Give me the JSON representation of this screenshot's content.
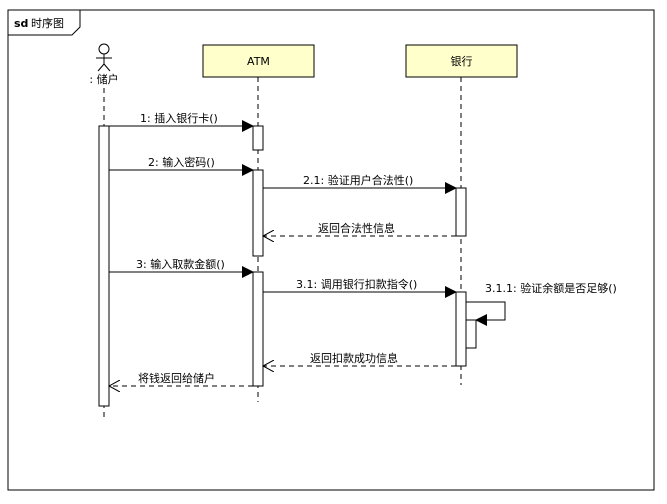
{
  "frame": {
    "keyword": "sd",
    "title": "时序图"
  },
  "participants": [
    {
      "id": "customer",
      "label": ": 储户",
      "kind": "actor"
    },
    {
      "id": "atm",
      "label": "ATM",
      "kind": "box"
    },
    {
      "id": "bank",
      "label": "银行",
      "kind": "box"
    }
  ],
  "messages": [
    {
      "id": "m1",
      "label": "1: 插入银行卡()"
    },
    {
      "id": "m2",
      "label": "2: 输入密码()"
    },
    {
      "id": "m21",
      "label": "2.1: 验证用户合法性()"
    },
    {
      "id": "r21",
      "label": "返回合法性信息"
    },
    {
      "id": "m3",
      "label": "3: 输入取款金额()"
    },
    {
      "id": "m31",
      "label": "3.1: 调用银行扣款指令()"
    },
    {
      "id": "m311",
      "label": "3.1.1: 验证余额是否足够()"
    },
    {
      "id": "r31",
      "label": "返回扣款成功信息"
    },
    {
      "id": "r3",
      "label": "将钱返回给储户"
    }
  ],
  "colors": {
    "participant_fill": "#ffffcc",
    "line": "#000000",
    "activation_fill": "#ffffff"
  }
}
